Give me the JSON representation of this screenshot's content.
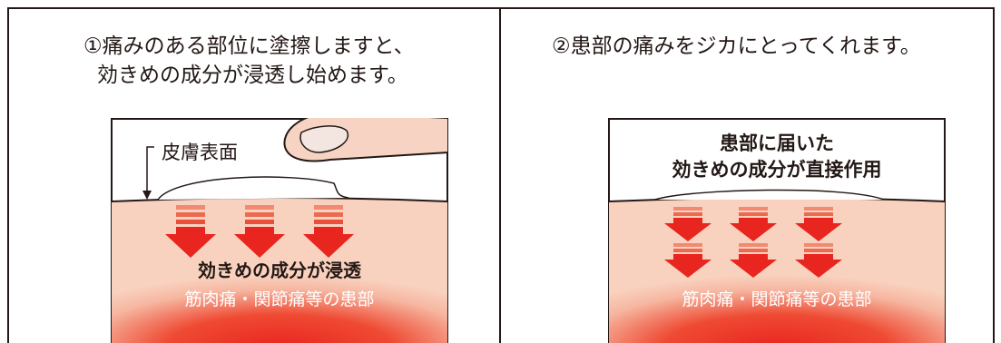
{
  "panels": [
    {
      "caption_line1": "①痛みのある部位に塗擦しますと、",
      "caption_line2": "効きめの成分が浸透し始めます。",
      "skin_label": "皮膚表面",
      "penetration_label": "効きめの成分が浸透",
      "affected_area_label": "筋肉痛・関節痛等の患部"
    },
    {
      "caption": "②患部の痛みをジカにとってくれます。",
      "center_label_line1": "患部に届いた",
      "center_label_line2": "効きめの成分が直接作用",
      "affected_area_label": "筋肉痛・関節痛等の患部"
    }
  ],
  "colors": {
    "frame": "#231815",
    "skin": "#f9d2bf",
    "finger": "#f6d3c2",
    "arrow_red": "#e8251f",
    "stripe": "#f08a72",
    "glow": "#ee3324"
  },
  "icons": [
    "finger-icon",
    "down-arrow-icon"
  ]
}
